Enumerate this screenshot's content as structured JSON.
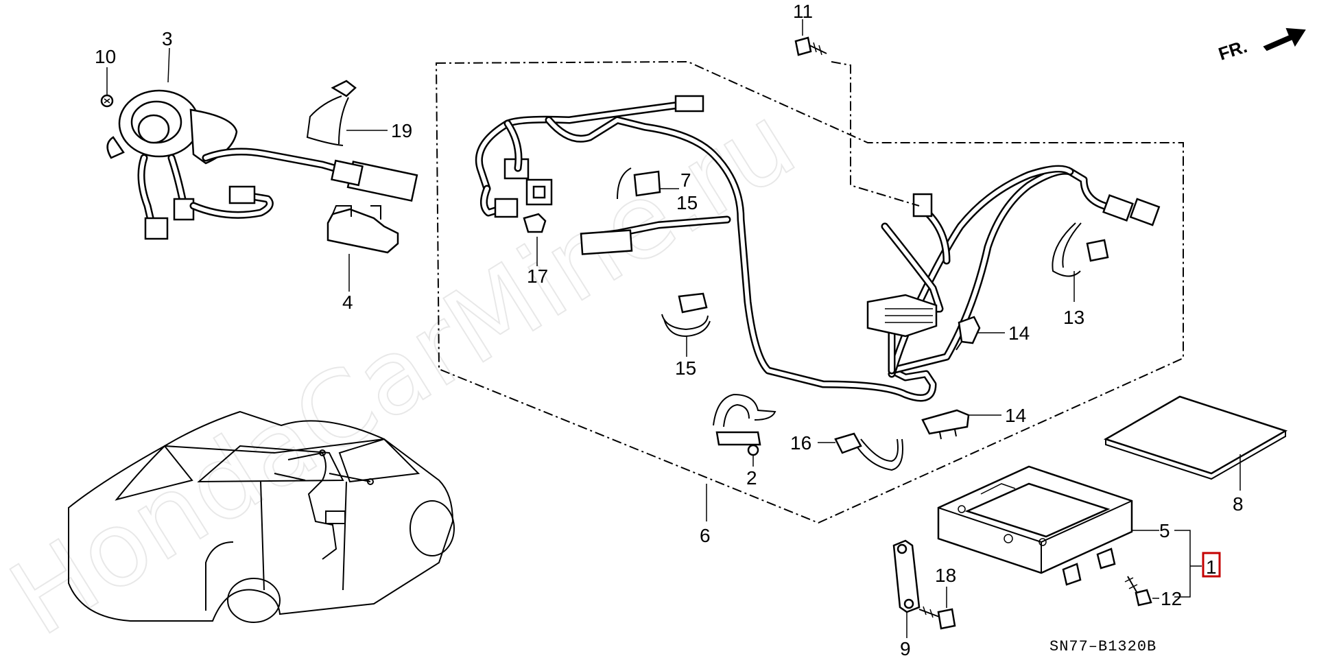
{
  "watermark": "HondaCarMine.ru",
  "direction_label": "FR.",
  "diagram_code": "SN77–B1320B",
  "callouts": {
    "c1": "1",
    "c2": "2",
    "c3": "3",
    "c4": "4",
    "c5": "5",
    "c6": "6",
    "c7": "7",
    "c8": "8",
    "c9": "9",
    "c10": "10",
    "c11": "11",
    "c12": "12",
    "c13": "13",
    "c14a": "14",
    "c14b": "14",
    "c15a": "15",
    "c15b": "15",
    "c16": "16",
    "c17": "17",
    "c18": "18",
    "c19": "19"
  },
  "colors": {
    "highlight_box": "#c40000",
    "watermark": "#e8e8e8",
    "line": "#000000"
  },
  "icons": {
    "direction": "forward-arrow-icon"
  }
}
